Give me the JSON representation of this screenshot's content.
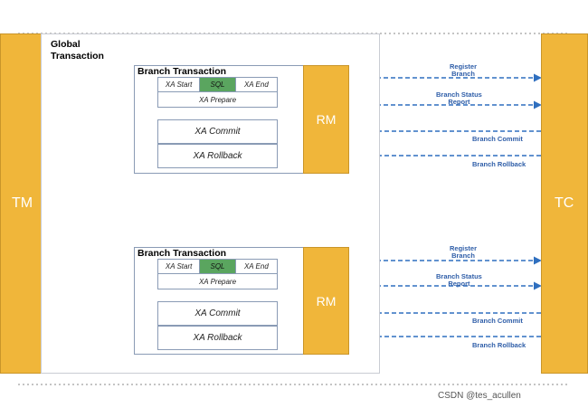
{
  "tm_label": "TM",
  "tc_label": "TC",
  "global_title": "Global\nTransaction",
  "branches": [
    {
      "title": "Branch Transaction",
      "xa_start": "XA Start",
      "sql": "SQL",
      "xa_end": "XA End",
      "xa_prepare": "XA Prepare",
      "xa_commit": "XA Commit",
      "xa_rollback": "XA Rollback",
      "rm": "RM",
      "messages": {
        "register": "Register\nBranch",
        "report": "Branch Status\nReport",
        "commit": "Branch Commit",
        "rollback": "Branch Rollback"
      }
    },
    {
      "title": "Branch Transaction",
      "xa_start": "XA Start",
      "sql": "SQL",
      "xa_end": "XA End",
      "xa_prepare": "XA Prepare",
      "xa_commit": "XA Commit",
      "xa_rollback": "XA Rollback",
      "rm": "RM",
      "messages": {
        "register": "Register\nBranch",
        "report": "Branch Status\nReport",
        "commit": "Branch Commit",
        "rollback": "Branch Rollback"
      }
    }
  ],
  "watermark": "CSDN @tes_acullen",
  "colors": {
    "bar": "#f0b63a",
    "arrow": "#2f6fbf",
    "sql": "#5aa55f"
  }
}
